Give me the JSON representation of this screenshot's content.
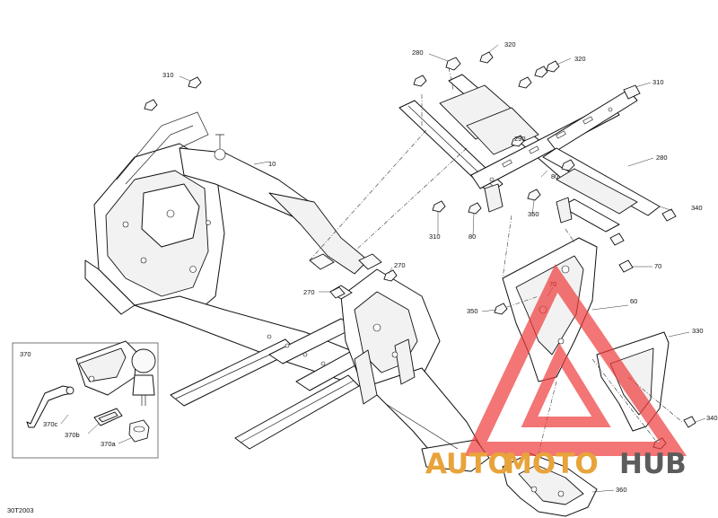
{
  "diagram": {
    "drawing_code": "30T2003",
    "callouts": [
      {
        "id": "c-10",
        "text": "10"
      },
      {
        "id": "c-310a",
        "text": "310"
      },
      {
        "id": "c-280a",
        "text": "280"
      },
      {
        "id": "c-320a",
        "text": "320"
      },
      {
        "id": "c-320b",
        "text": "320"
      },
      {
        "id": "c-310b",
        "text": "310"
      },
      {
        "id": "c-290",
        "text": "290"
      },
      {
        "id": "c-280b",
        "text": "280"
      },
      {
        "id": "c-80a",
        "text": "80"
      },
      {
        "id": "c-310c",
        "text": "310"
      },
      {
        "id": "c-80b",
        "text": "80"
      },
      {
        "id": "c-350a",
        "text": "350"
      },
      {
        "id": "c-340a",
        "text": "340"
      },
      {
        "id": "c-270a",
        "text": "270"
      },
      {
        "id": "c-270b",
        "text": "270"
      },
      {
        "id": "c-70a",
        "text": "70"
      },
      {
        "id": "c-70b",
        "text": "70"
      },
      {
        "id": "c-60",
        "text": "60"
      },
      {
        "id": "c-350b",
        "text": "350"
      },
      {
        "id": "c-330",
        "text": "330"
      },
      {
        "id": "c-340b",
        "text": "340"
      },
      {
        "id": "c-360",
        "text": "360"
      }
    ],
    "inset": {
      "label": "370",
      "parts": [
        {
          "id": "p-370c",
          "text": "370c"
        },
        {
          "id": "p-370b",
          "text": "370b"
        },
        {
          "id": "p-370a",
          "text": "370a"
        }
      ]
    }
  },
  "watermark": {
    "part1": "AUTO",
    "part2": "MOTO",
    "part3": "HUB",
    "colors": {
      "part1": "#e8a33a",
      "part2": "#e8a33a",
      "part3": "#5c5c5c",
      "triangle": "#ee3b3b"
    }
  }
}
